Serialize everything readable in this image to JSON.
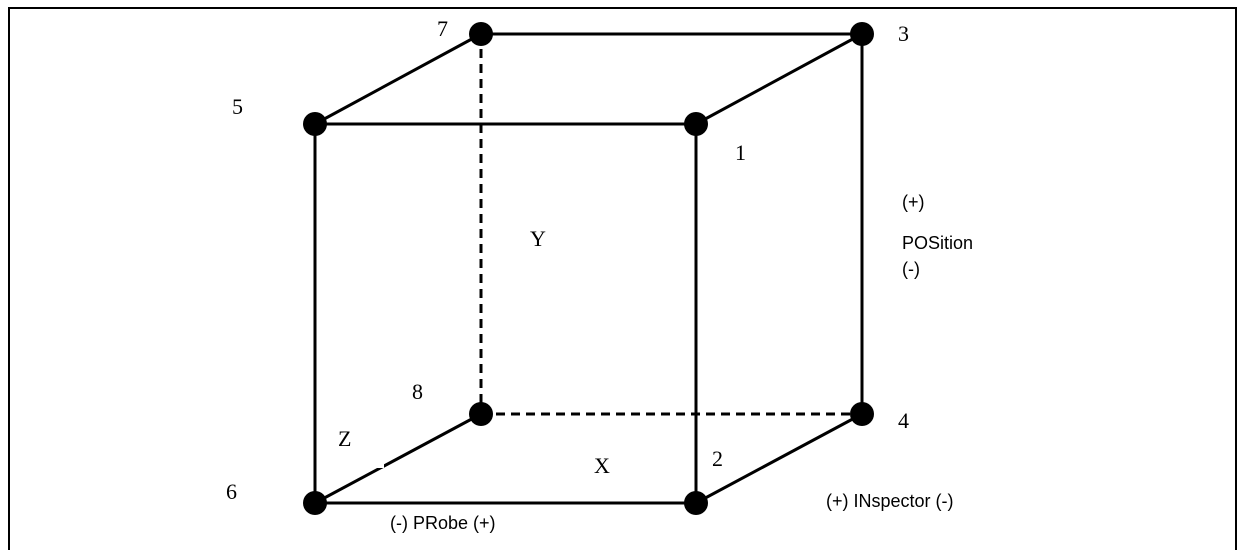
{
  "vertices": [
    {
      "id": "1",
      "label": "1"
    },
    {
      "id": "2",
      "label": "2"
    },
    {
      "id": "3",
      "label": "3"
    },
    {
      "id": "4",
      "label": "4"
    },
    {
      "id": "5",
      "label": "5"
    },
    {
      "id": "6",
      "label": "6"
    },
    {
      "id": "7",
      "label": "7"
    },
    {
      "id": "8",
      "label": "8"
    }
  ],
  "edges": [
    {
      "from": "5",
      "to": "1",
      "style": "solid"
    },
    {
      "from": "7",
      "to": "3",
      "style": "solid"
    },
    {
      "from": "5",
      "to": "7",
      "style": "solid"
    },
    {
      "from": "1",
      "to": "3",
      "style": "solid"
    },
    {
      "from": "5",
      "to": "6",
      "style": "solid"
    },
    {
      "from": "1",
      "to": "2",
      "style": "solid"
    },
    {
      "from": "3",
      "to": "4",
      "style": "solid"
    },
    {
      "from": "6",
      "to": "2",
      "style": "solid"
    },
    {
      "from": "2",
      "to": "4",
      "style": "solid"
    },
    {
      "from": "6",
      "to": "8",
      "style": "solid"
    },
    {
      "from": "7",
      "to": "8",
      "style": "dashed"
    },
    {
      "from": "8",
      "to": "4",
      "style": "dashed"
    }
  ],
  "axes": {
    "x": "X",
    "y": "Y",
    "z": "Z"
  },
  "directions": {
    "position_plus": "(+)",
    "position_name": "POSition",
    "position_minus": "(-)",
    "inspector": "(+) INspector (-)",
    "probe": "(-) PRobe (+)"
  }
}
